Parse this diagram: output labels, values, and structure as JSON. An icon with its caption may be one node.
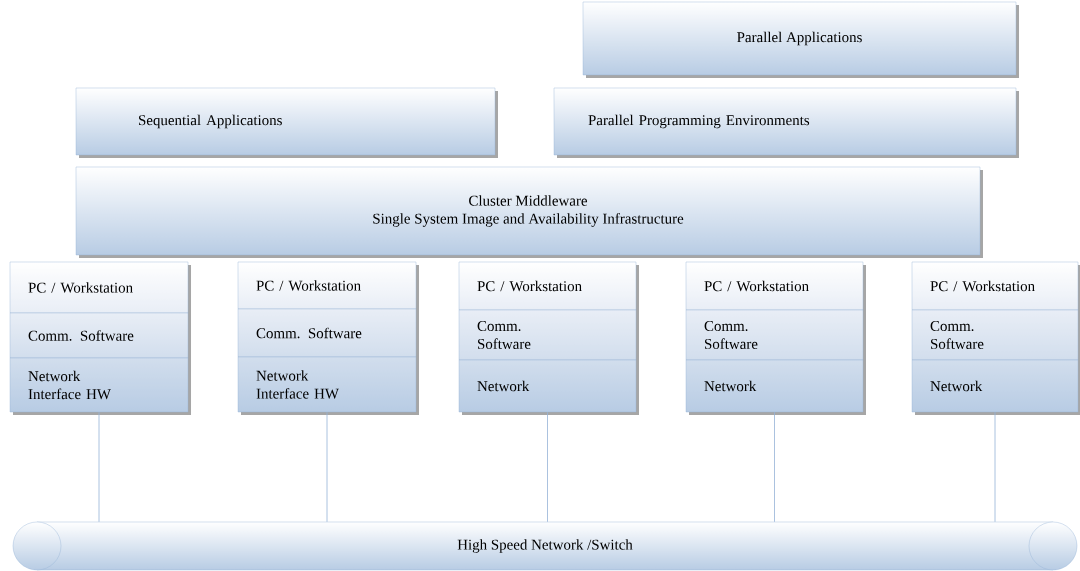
{
  "diagram": {
    "nodes": [
      {
        "text": [
          "Parallel Applications"
        ]
      },
      {
        "text": [
          "Sequential Applications"
        ]
      },
      {
        "text": [
          "Parallel Programming Environments"
        ]
      },
      {
        "text": [
          "Cluster Middleware",
          "Single System Image and Availability Infrastructure"
        ]
      },
      {
        "text": [
          "PC / Workstation"
        ]
      },
      {
        "text": [
          "Comm. Software"
        ]
      },
      {
        "text": [
          "Network Interface HW"
        ]
      },
      {
        "text": [
          "PC / Workstation"
        ]
      },
      {
        "text": [
          "Comm. Software"
        ]
      },
      {
        "text": [
          "Network Interface HW"
        ]
      },
      {
        "text": [
          "PC / Workstation"
        ]
      },
      {
        "text": [
          "Comm. Software"
        ]
      },
      {
        "text": [
          "Network"
        ]
      },
      {
        "text": [
          "PC / Workstation"
        ]
      },
      {
        "text": [
          "Comm. Software"
        ]
      },
      {
        "text": [
          "Network"
        ]
      },
      {
        "text": [
          "PC / Workstation"
        ]
      },
      {
        "text": [
          "Comm. Software"
        ]
      },
      {
        "text": [
          "Network"
        ]
      },
      {
        "text": [
          "High Speed Network /Switch"
        ]
      }
    ],
    "edges": [
      {
        "from": 6,
        "to": 19,
        "arrow": "none"
      },
      {
        "from": 9,
        "to": 19,
        "arrow": "none"
      },
      {
        "from": 12,
        "to": 19,
        "arrow": "none"
      },
      {
        "from": 15,
        "to": 19,
        "arrow": "none"
      },
      {
        "from": 18,
        "to": 19,
        "arrow": "none"
      }
    ]
  }
}
